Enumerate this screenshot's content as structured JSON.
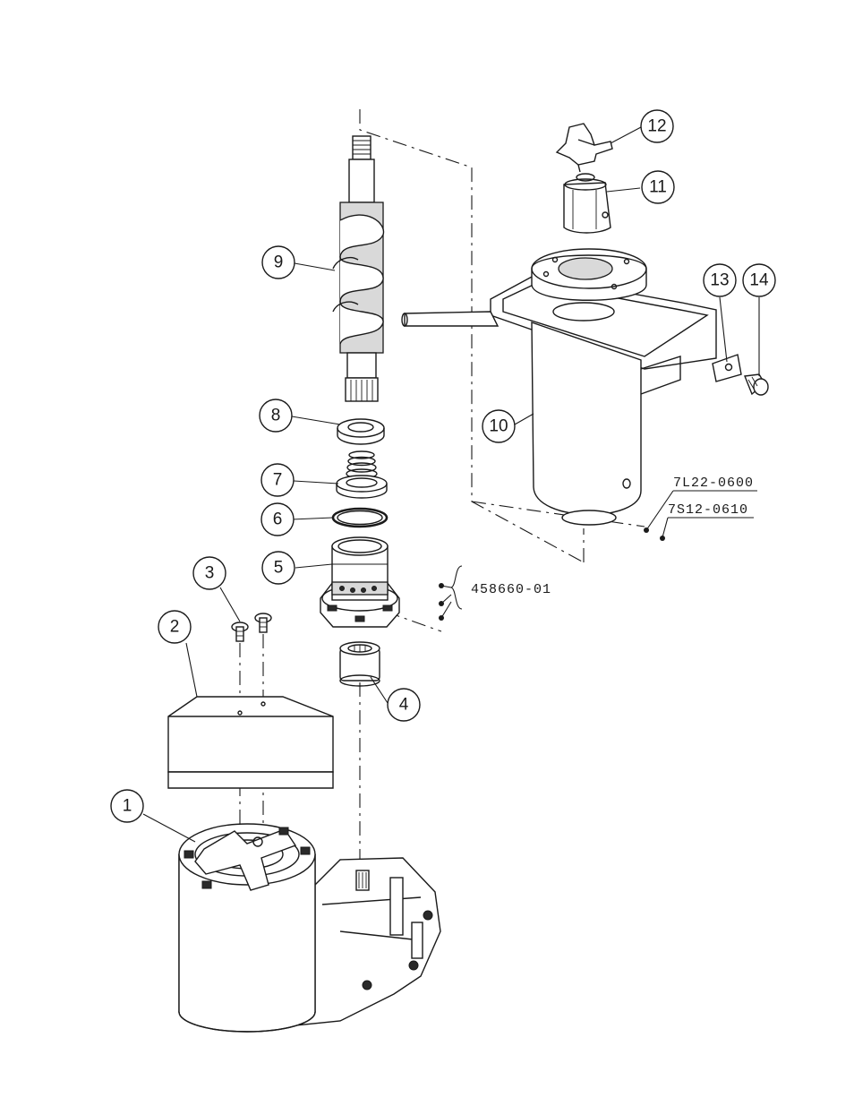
{
  "callouts": [
    {
      "label": "1"
    },
    {
      "label": "2"
    },
    {
      "label": "3"
    },
    {
      "label": "4"
    },
    {
      "label": "5"
    },
    {
      "label": "6"
    },
    {
      "label": "7"
    },
    {
      "label": "8"
    },
    {
      "label": "9"
    },
    {
      "label": "10"
    },
    {
      "label": "11"
    },
    {
      "label": "12"
    },
    {
      "label": "13"
    },
    {
      "label": "14"
    }
  ],
  "kit_refs": {
    "kit_a": "7L22-0600",
    "kit_b": "7S12-0610",
    "kit_c": "458660-01"
  }
}
